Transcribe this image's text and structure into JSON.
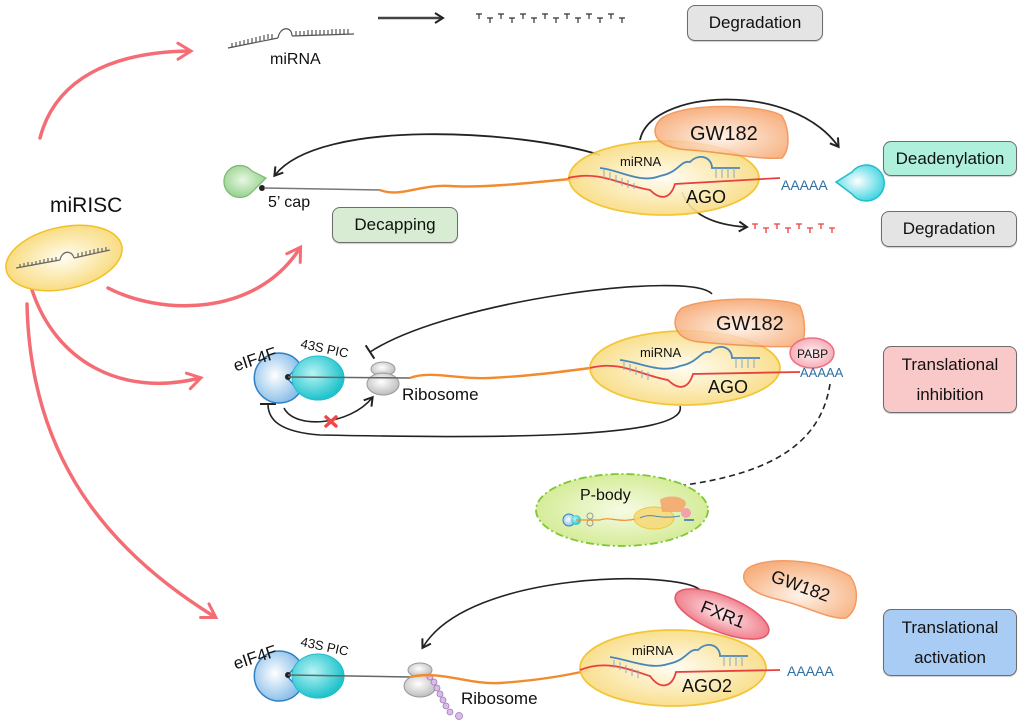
{
  "title": "miRISC-mediated gene regulation mechanisms",
  "colors": {
    "pathway_arrow": "#f46d75",
    "mrna_utr": "#f28a2e",
    "mirna_strand": "#4a87b8",
    "target_strand": "#e8403f",
    "ago_complex": "#f7cf5a",
    "gw182": "#f6a36a",
    "pabp": "#f3a1ad",
    "fxr1": "#ec5d6e",
    "eif4f": "#8fc2ec",
    "pic_43s": "#2ec9cf",
    "decapping_enzyme": "#8fcf86",
    "deadenylase": "#3bd3e0",
    "pbody": "#d7ee9c"
  },
  "hub": {
    "label": "miRISC"
  },
  "pathways": {
    "mirna_degradation": {
      "mirna_label": "miRNA",
      "outcome": "Degradation",
      "outcome_color": "#e4e4e4"
    },
    "decay": {
      "cap_label": "5’ cap",
      "mirna_label": "miRNA",
      "ago_label": "AGO",
      "gw182_label": "GW182",
      "polya_label": "AAAAA",
      "decapping_label": "Decapping",
      "decapping_color": "#d7ecd2",
      "deadenylation_label": "Deadenylation",
      "deadenylation_color": "#aef0dc",
      "degradation_label": "Degradation",
      "degradation_color": "#e4e4e4"
    },
    "inhibition": {
      "eif4f_label": "eIF4F",
      "pic_label": "43S PIC",
      "ribosome_label": "Ribosome",
      "mirna_label": "miRNA",
      "ago_label": "AGO",
      "gw182_label": "GW182",
      "pabp_label": "PABP",
      "polya_label": "AAAAA",
      "pbody_label": "P-body",
      "outcome_line1": "Translational",
      "outcome_line2": "inhibition",
      "outcome_color": "#f9c9c9"
    },
    "activation": {
      "eif4f_label": "eIF4F",
      "pic_label": "43S PIC",
      "ribosome_label": "Ribosome",
      "mirna_label": "miRNA",
      "ago_label": "AGO2",
      "fxr1_label": "FXR1",
      "gw182_label": "GW182",
      "polya_label": "AAAAA",
      "outcome_line1": "Translational",
      "outcome_line2": "activation",
      "outcome_color": "#a9ccf5"
    }
  }
}
